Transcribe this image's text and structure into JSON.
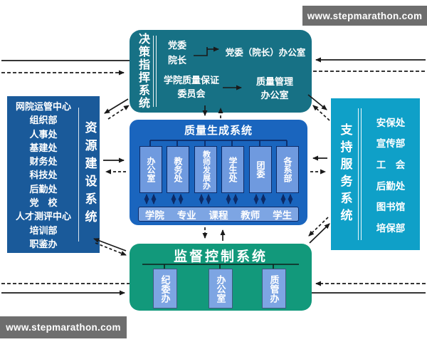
{
  "watermark": "www.stepmarathon.com",
  "colors": {
    "decision_bg": "#177185",
    "resource_bg": "#1A5A9A",
    "quality_bg": "#1A65BE",
    "quality_sub_bg": "#6F9ADF",
    "support_bg": "#0FA0C8",
    "supervision_bg": "#12997B",
    "sub_box_bg": "#7DA5E3",
    "watermark_bg": "#6E6E6E",
    "arrow": "#1a1a1a",
    "inner_connector": "#0C2A66"
  },
  "decision_system": {
    "title": "决策指挥系统",
    "leaders": "党委\n院长",
    "leaders_office": "党委（院长）办公室",
    "qa_committee": "学院质量保证\n委员会",
    "qm_office": "质量管理\n办公室"
  },
  "resource_system": {
    "title": "资源建设系统",
    "items": [
      "网院运管中心",
      "组织部",
      "人事处",
      "基建处",
      "财务处",
      "科技处",
      "后勤处",
      "党　校",
      "人才测评中心",
      "培训部",
      "职鉴办"
    ]
  },
  "quality_system": {
    "title": "质量生成系统",
    "departments": [
      "办公室",
      "教务处",
      "教师发展办",
      "学生处",
      "团委",
      "各系部"
    ],
    "elements": [
      "学院",
      "专业",
      "课程",
      "教师",
      "学生"
    ]
  },
  "support_system": {
    "title": "支持服务系统",
    "items": [
      "安保处",
      "宣传部",
      "工　会",
      "后勤处",
      "图书馆",
      "培保部"
    ]
  },
  "supervision_system": {
    "title": "监督控制系统",
    "departments": [
      "纪委办",
      "办公室",
      "质管办"
    ]
  }
}
